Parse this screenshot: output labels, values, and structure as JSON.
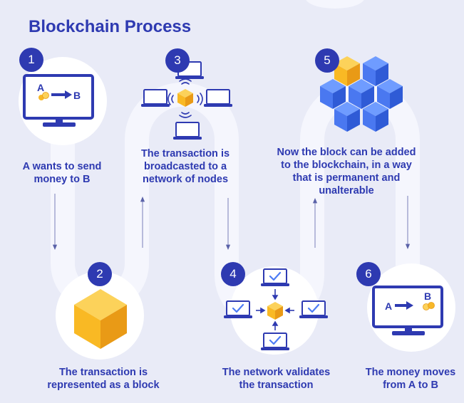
{
  "title": "Blockchain Process",
  "steps": [
    {
      "number": "1",
      "caption": "A wants to send money to B"
    },
    {
      "number": "2",
      "caption": "The transaction is represented as a block"
    },
    {
      "number": "3",
      "caption": "The transaction is broadcasted to a network of nodes"
    },
    {
      "number": "4",
      "caption": "The network validates the transaction"
    },
    {
      "number": "5",
      "caption": "Now the block can be added to the blockchain, in a way that is permanent and unalterable"
    },
    {
      "number": "6",
      "caption": "The money moves from A to B"
    }
  ],
  "transfer_1": {
    "from": "A",
    "to": "B"
  },
  "transfer_6": {
    "from": "A",
    "to": "B"
  },
  "colors": {
    "primary": "#2e3ab1",
    "background": "#e9ebf7",
    "path": "#f5f6fd",
    "cube_blue": "#4d7cf4",
    "cube_gold": "#f7b828"
  }
}
